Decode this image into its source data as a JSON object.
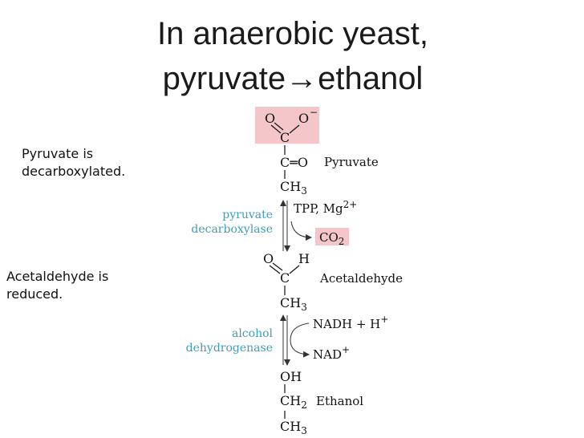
{
  "title": {
    "line1": "In anaerobic yeast,",
    "line2": "pyruvate→ethanol"
  },
  "notes": {
    "pyruvate_line1": "Pyruvate is",
    "pyruvate_line2": "decarboxylated.",
    "acetaldehyde_line1": "Acetaldehyde is",
    "acetaldehyde_line2": "reduced."
  },
  "diagram": {
    "pyruvate": {
      "o_left": "O",
      "o_right": "O",
      "o_charge": "−",
      "carboxyl_c": "C",
      "carbonyl": "C═O",
      "ch3": "CH",
      "ch3_sub": "3",
      "name": "Pyruvate"
    },
    "step1": {
      "enzyme_line1": "pyruvate",
      "enzyme_line2": "decarboxylase",
      "cofactor": "TPP,  Mg",
      "cofactor_sup": "2+",
      "product": "CO",
      "product_sub": "2"
    },
    "acetaldehyde": {
      "o": "O",
      "h": "H",
      "c": "C",
      "ch3": "CH",
      "ch3_sub": "3",
      "name": "Acetaldehyde"
    },
    "step2": {
      "enzyme_line1": "alcohol",
      "enzyme_line2": "dehydrogenase",
      "input": "NADH + H",
      "input_sup": "+",
      "output": "NAD",
      "output_sup": "+"
    },
    "ethanol": {
      "oh": "OH",
      "ch2": "CH",
      "ch2_sub": "2",
      "ch3": "CH",
      "ch3_sub": "3",
      "name": "Ethanol"
    },
    "colors": {
      "highlight": "#f4c6c9",
      "enzyme": "#3a9fbe",
      "text": "#111111"
    }
  }
}
